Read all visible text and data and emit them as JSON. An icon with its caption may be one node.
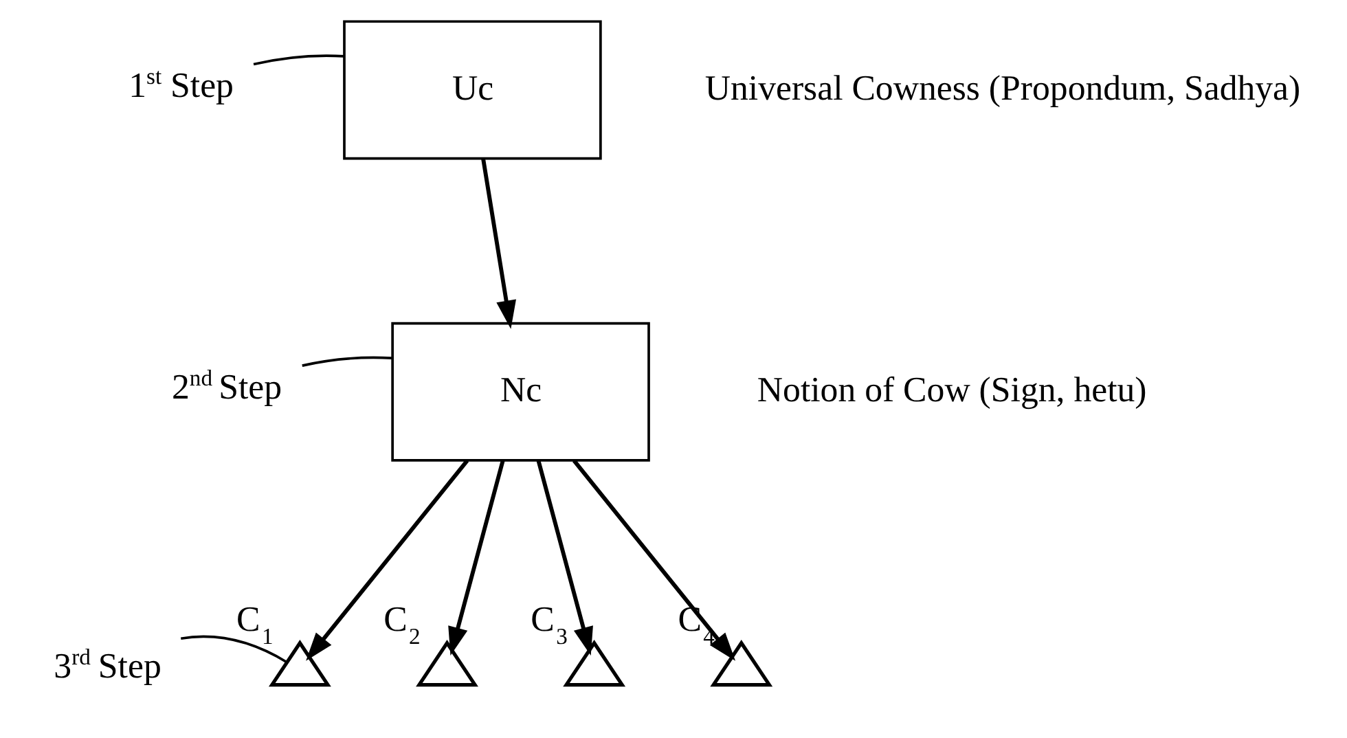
{
  "diagram": {
    "nodes": [
      {
        "text": [
          "1$^{st}$ Step"
        ]
      },
      {
        "text": [
          "Uc"
        ]
      },
      {
        "text": [
          "2$^{nd}$ Step"
        ]
      },
      {
        "text": [
          "Nc"
        ]
      },
      {
        "text": [
          "3$^{rd}$ Step"
        ]
      },
      {
        "text": [
          "C$_{1}$"
        ]
      },
      {
        "text": [
          "C$_{2}$"
        ]
      },
      {
        "text": [
          "C$_{3}$"
        ]
      },
      {
        "text": [
          "C$_{4}$"
        ]
      }
    ],
    "edges": [
      {
        "from": 0,
        "to": 1,
        "arrow": "none"
      },
      {
        "from": 1,
        "to": 3,
        "arrow": "to"
      },
      {
        "from": 2,
        "to": 3,
        "arrow": "none"
      },
      {
        "from": 3,
        "to": 5,
        "arrow": "to"
      },
      {
        "from": 3,
        "to": 6,
        "arrow": "to"
      },
      {
        "from": 3,
        "to": 7,
        "arrow": "to"
      },
      {
        "from": 3,
        "to": 8,
        "arrow": "to"
      },
      {
        "from": 4,
        "to": 5,
        "arrow": "none"
      }
    ],
    "labels": [
      "Universal Cowness (Propondum, Sadhya)",
      "Notion of Cow (Sign, hetu)"
    ]
  }
}
